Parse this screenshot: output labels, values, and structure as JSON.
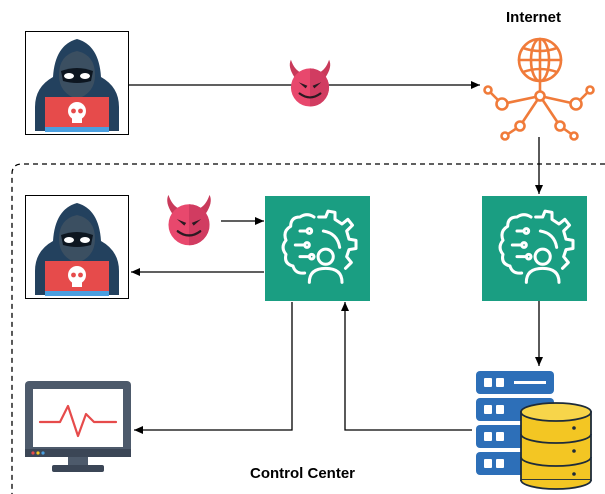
{
  "labels": {
    "internet": "Internet",
    "control_center": "Control Center"
  },
  "nodes": [
    {
      "id": "attacker-external",
      "icon": "hacker-icon"
    },
    {
      "id": "malicious-payload-1",
      "icon": "devil-icon"
    },
    {
      "id": "internet",
      "icon": "globe-network-icon"
    },
    {
      "id": "attacker-internal",
      "icon": "hacker-icon"
    },
    {
      "id": "malicious-payload-2",
      "icon": "devil-icon"
    },
    {
      "id": "ai-agent-left",
      "icon": "ai-brain-gear-icon"
    },
    {
      "id": "ai-agent-right",
      "icon": "ai-brain-gear-icon"
    },
    {
      "id": "database-server",
      "icon": "server-database-icon"
    },
    {
      "id": "monitor",
      "icon": "monitor-pulse-icon"
    }
  ],
  "colors": {
    "agent": "#1a9e82",
    "devil": "#e8486d",
    "network": "#f07b3a",
    "hoodie": "#23415e",
    "skull": "#e64b4b",
    "server": "#2d6fb8",
    "database": "#f3c623",
    "monitor": "#4d5a6b"
  }
}
